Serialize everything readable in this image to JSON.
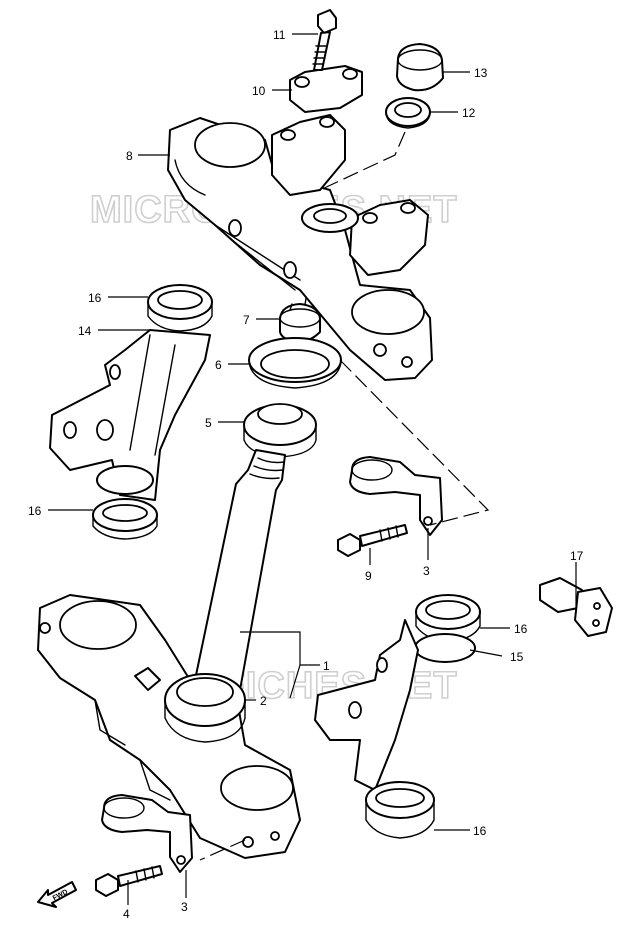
{
  "watermark": "MICROFICHES.NET",
  "forward_label": "FWD",
  "callouts": [
    {
      "key": "1",
      "label": "1"
    },
    {
      "key": "2",
      "label": "2"
    },
    {
      "key": "3a",
      "label": "3"
    },
    {
      "key": "3b",
      "label": "3"
    },
    {
      "key": "4",
      "label": "4"
    },
    {
      "key": "5",
      "label": "5"
    },
    {
      "key": "6",
      "label": "6"
    },
    {
      "key": "7",
      "label": "7"
    },
    {
      "key": "8",
      "label": "8"
    },
    {
      "key": "9",
      "label": "9"
    },
    {
      "key": "10",
      "label": "10"
    },
    {
      "key": "11",
      "label": "11"
    },
    {
      "key": "12",
      "label": "12"
    },
    {
      "key": "13",
      "label": "13"
    },
    {
      "key": "14",
      "label": "14"
    },
    {
      "key": "15",
      "label": "15"
    },
    {
      "key": "16a",
      "label": "16"
    },
    {
      "key": "16b",
      "label": "16"
    },
    {
      "key": "16c",
      "label": "16"
    },
    {
      "key": "16d",
      "label": "16"
    },
    {
      "key": "17",
      "label": "17"
    }
  ]
}
